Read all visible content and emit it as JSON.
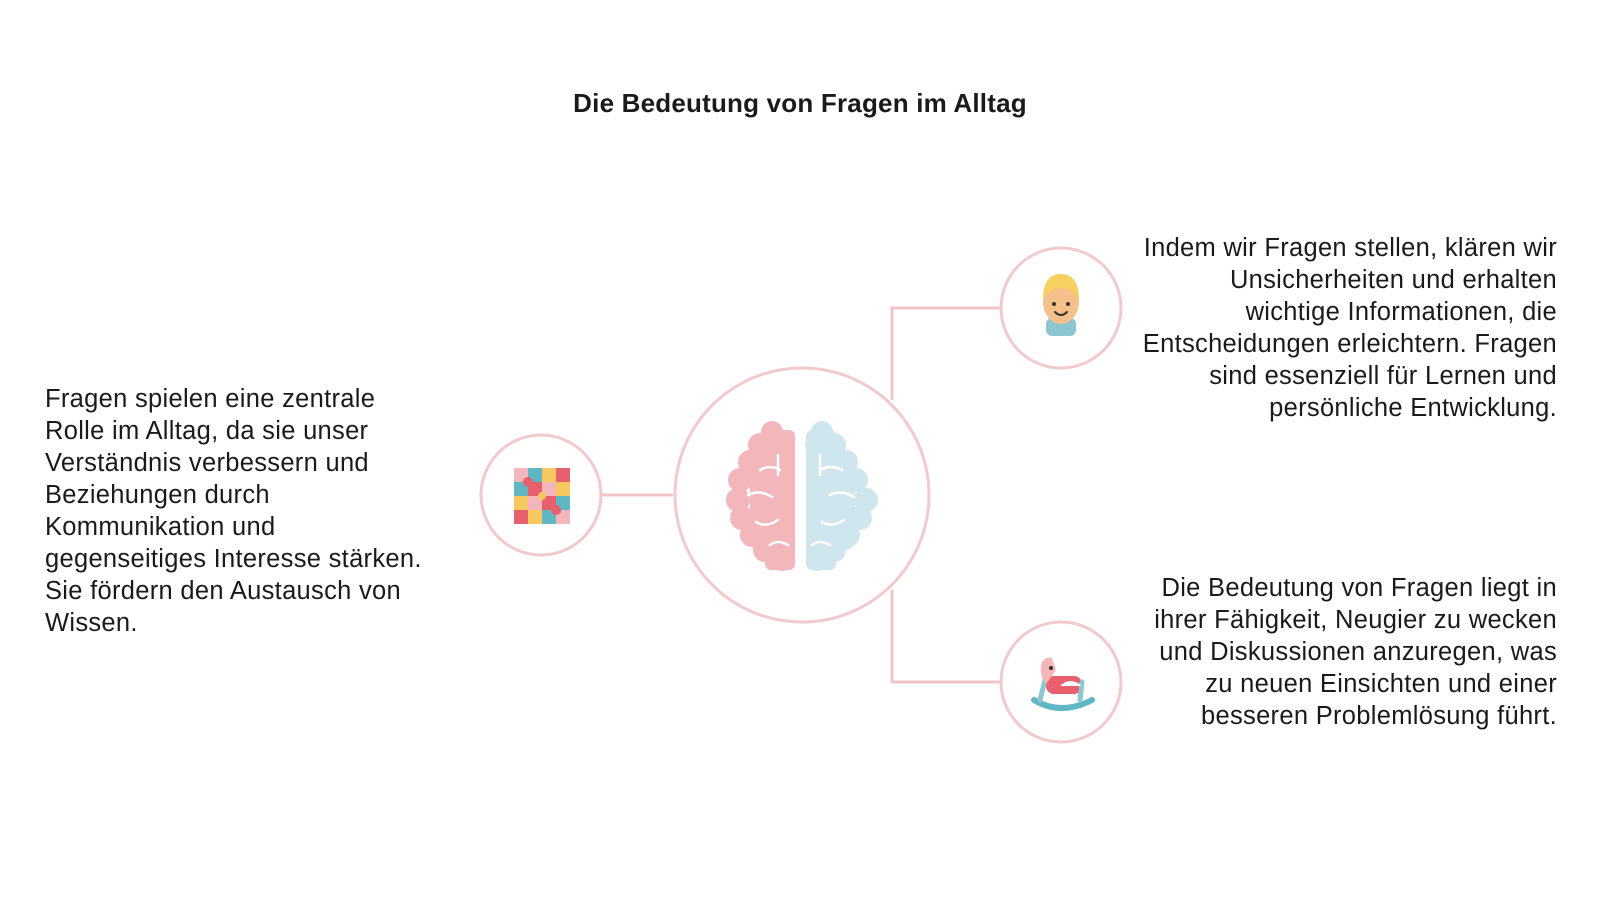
{
  "title": "Die Bedeutung von Fragen im Alltag",
  "center": {
    "icon": "brain-icon"
  },
  "nodes": {
    "left": {
      "icon": "puzzle-icon",
      "text": "Fragen spielen eine zentrale Rolle im Alltag, da sie unser Verständnis verbessern und Beziehungen durch Kommunikation und gegenseitiges Interesse stärken. Sie fördern den Austausch von Wissen."
    },
    "top_right": {
      "icon": "child-face-icon",
      "text": "Indem wir Fragen stellen, klären wir Unsicherheiten und erhalten wichtige Informationen, die Entscheidungen erleichtern. Fragen sind essenziell für Lernen und persönliche Entwicklung."
    },
    "bottom_right": {
      "icon": "rocking-horse-icon",
      "text": "Die Bedeutung von Fragen liegt in ihrer Fähigkeit, Neugier zu wecken und Diskussionen anzuregen, was zu neuen Einsichten und einer besseren Problemlösung führt."
    }
  },
  "colors": {
    "circle_stroke": "#f2c9cc",
    "connector": "#f0c4c8",
    "brain_left": "#f3b6bb",
    "brain_right": "#cfe6ee",
    "accent_red": "#e8606d",
    "accent_teal": "#5fb7c4",
    "accent_yellow": "#f6c85f"
  }
}
